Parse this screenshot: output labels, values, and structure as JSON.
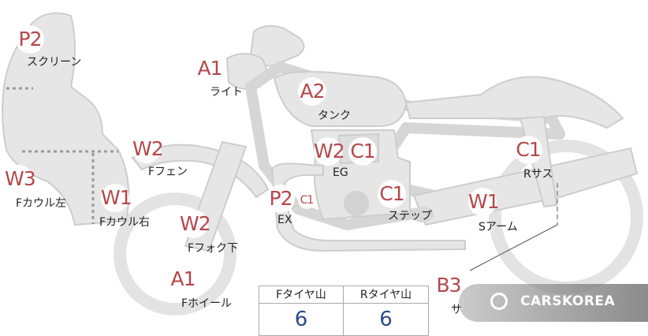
{
  "markers": [
    {
      "id": "p2-screen",
      "code": "P2",
      "label": "スクリーン"
    },
    {
      "id": "a1-light",
      "code": "A1",
      "label": "ライト"
    },
    {
      "id": "a2-tank",
      "code": "A2",
      "label": "タンク"
    },
    {
      "id": "w2-ffender",
      "code": "W2",
      "label": "Fフェン"
    },
    {
      "id": "w3-fcowl-left",
      "code": "W3",
      "label": "Fカウル左"
    },
    {
      "id": "w1-fcowl-right",
      "code": "W1",
      "label": "Fカウル右"
    },
    {
      "id": "w2-eg",
      "code": "W2",
      "label": ""
    },
    {
      "id": "c1-eg",
      "code": "C1",
      "label": "EG"
    },
    {
      "id": "c1-rsus",
      "code": "C1",
      "label": "Rサス"
    },
    {
      "id": "p2-ex",
      "code": "P2",
      "label": "EX"
    },
    {
      "id": "c1-ex-small",
      "code": "C1",
      "label": ""
    },
    {
      "id": "c1-step",
      "code": "C1",
      "label": "ステップ"
    },
    {
      "id": "w1-sarm",
      "code": "W1",
      "label": "Sアーム"
    },
    {
      "id": "w2-ffork",
      "code": "W2",
      "label": "Fフォク下"
    },
    {
      "id": "a1-fwheel",
      "code": "A1",
      "label": "Fホイール"
    },
    {
      "id": "b3-rear",
      "code": "B3",
      "label": "サ"
    }
  ],
  "tire_table": {
    "headers": [
      "Fタイヤ山",
      "Rタイヤ山"
    ],
    "values": [
      "6",
      "6"
    ]
  },
  "watermark": "CARSKOREA",
  "colors": {
    "part_fill": "#e6e6e6",
    "part_stroke": "#cfcfcf",
    "code": "#b5474a",
    "value": "#2d4a8c"
  }
}
